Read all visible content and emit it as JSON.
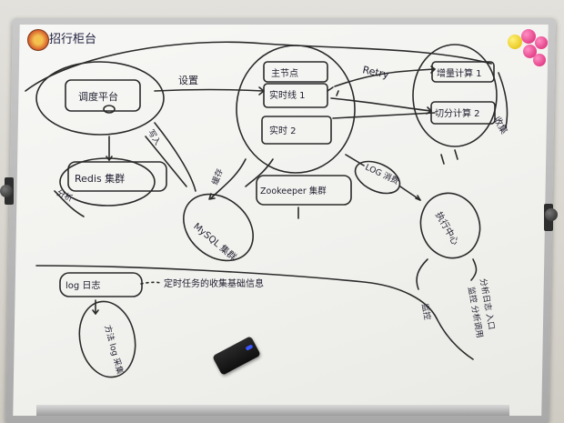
{
  "scene": {
    "description_tags": [
      "whiteboard",
      "hand-drawn diagram",
      "eraser",
      "magnets"
    ]
  },
  "colors": {
    "ink": "#2a2a2a",
    "board": "#f3f3f0",
    "frame": "#b5b5b5",
    "magnet_pink": "#e83c8d",
    "magnet_yellow": "#f2d21b",
    "eraser": "#141414"
  },
  "board": {
    "logo_text": "招行柜台"
  },
  "nodes": {
    "dispatch": "调度平台",
    "redis": "Redis 集群",
    "zookeeper": "Zookeeper 集群",
    "mysql": "MySQL 集群",
    "host_label": "主节点",
    "host_items": [
      "实时线 1",
      "实时 2"
    ],
    "worker_items": [
      "增量计算 1",
      "切分计算 2"
    ],
    "retry_label": "Retry",
    "setup_label": "设置",
    "log_label": "LOG 消费",
    "collect_label": "收集",
    "todo_label": "执行中心",
    "bottom_left_1": "log 日志",
    "bottom_left_2": "方法 log 采集",
    "bottom_middle": "定时任务的收集基础信息",
    "right_bottom_1": "分析日志 入口",
    "right_bottom_2": "监控 分析调用",
    "side_labels": [
      "写入",
      "分析",
      "缓存",
      "监控"
    ]
  }
}
